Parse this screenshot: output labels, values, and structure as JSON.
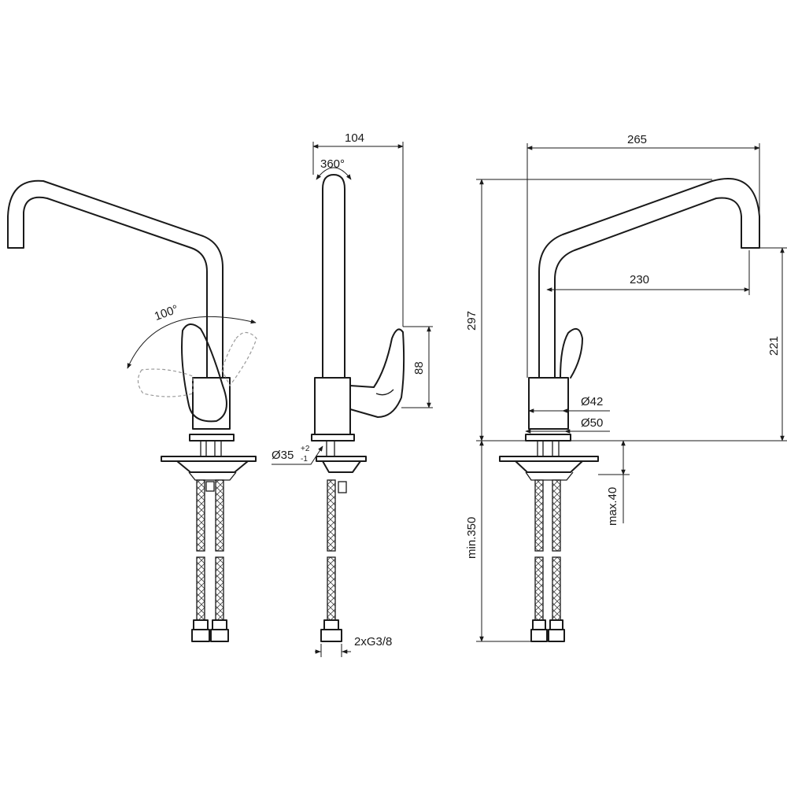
{
  "labels": {
    "swivel_angle": "360°",
    "lever_angle": "100°",
    "depth": "104",
    "total_reach": "265",
    "spout_reach": "230",
    "total_height": "297",
    "spout_height": "221",
    "lever_height": "88",
    "body_diameter": "Ø42",
    "base_diameter": "Ø50",
    "hole_diameter": "Ø35",
    "hole_tol_upper": "+2",
    "hole_tol_lower": "-1",
    "max_deck": "max.40",
    "min_hose": "min.350",
    "connection": "2xG3/8"
  }
}
